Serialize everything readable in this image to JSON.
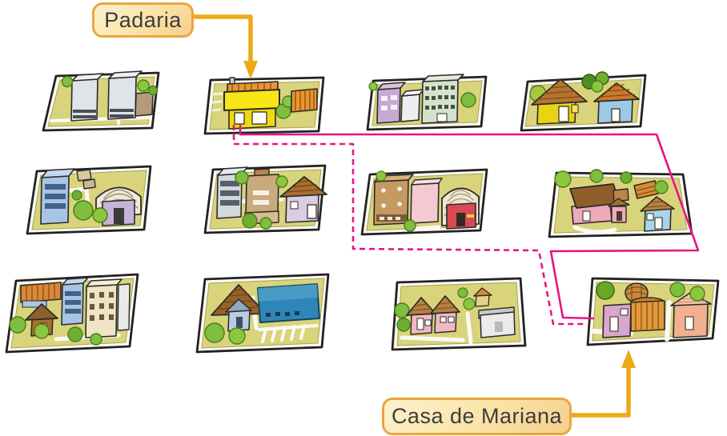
{
  "labels": {
    "padaria": "Padaria",
    "casa_de_mariana": "Casa de Mariana"
  },
  "colors": {
    "route": "#E91383",
    "arrow": "#EDAA17",
    "callout_border": "#E9A63F",
    "callout_fill_top": "#FDF2CC",
    "callout_fill_mid": "#FAE3A6",
    "callout_fill_bottom": "#F6CE8C",
    "text": "#3C3C3C",
    "block_base": "#D9D47B",
    "block_sidewalk": "#FBFAF2",
    "block_outline": "#222222"
  },
  "routes": [
    {
      "id": "route-solid",
      "style": "solid",
      "from": "Padaria",
      "to": "Casa de Mariana"
    },
    {
      "id": "route-dashed",
      "style": "dashed",
      "from": "Padaria",
      "to": "Casa de Mariana"
    }
  ],
  "blocks": [
    {
      "id": "r1-c1",
      "contents": "two gray office towers, tan kiosk, bushes"
    },
    {
      "id": "r1-c2",
      "contents": "bakery: long yellow building with striped awning, orange fence"
    },
    {
      "id": "r1-c3",
      "contents": "lavender building, white building, tall green-windowed building"
    },
    {
      "id": "r1-c4",
      "contents": "yellow house with brown roof, blue house with orange roof"
    },
    {
      "id": "r2-c1",
      "contents": "blue tower, beige sheds, arched hall with lavender front, trees"
    },
    {
      "id": "r2-c2",
      "contents": "gray tower, tan buildings, house with large brown roof, trees"
    },
    {
      "id": "r2-c3",
      "contents": "tan dotted building, pink slab, arched hall with red front"
    },
    {
      "id": "r2-c4",
      "contents": "brown-roofed pink buildings, blue shingle-roof house, trees"
    },
    {
      "id": "r3-c1",
      "contents": "orange fence, brown cabin, blue tower, cream apartments, trees"
    },
    {
      "id": "r3-c2",
      "contents": "brown A-frame with blue house, large blue hall, parking stripes"
    },
    {
      "id": "r3-c3",
      "contents": "two pink houses with brown roofs, small yellow house, gray building"
    },
    {
      "id": "r3-c4",
      "contents": "Mariana's house: pink house with round thatched silo, salmon house"
    }
  ]
}
